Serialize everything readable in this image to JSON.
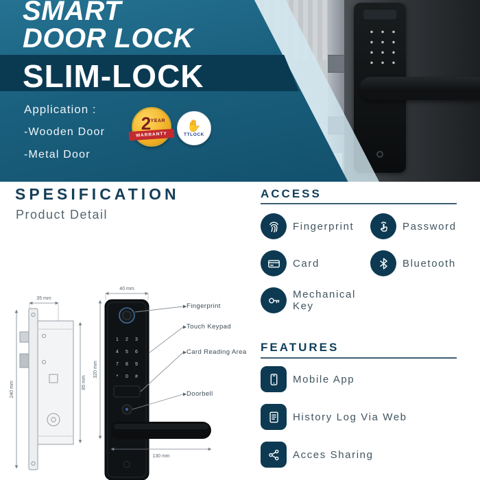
{
  "hero": {
    "title_line1": "SMART",
    "title_line2": "DOOR LOCK",
    "product_name": "SLIM-LOCK",
    "application_label": "Application :",
    "applications": [
      "-Wooden Door",
      "-Metal Door"
    ],
    "warranty_badge": {
      "number": "2",
      "year_label": "YEAR",
      "ribbon_label": "WARRANTY"
    },
    "ttlock_badge": {
      "label": "TTLOCK"
    }
  },
  "specification": {
    "title": "SPESIFICATION",
    "subtitle": "Product Detail",
    "mortise_dimensions": {
      "width": "35 mm",
      "height": "240 mm",
      "body_height": "85 mm"
    },
    "lock_dimensions": {
      "width": "40 mm",
      "height": "320 mm",
      "handle_length": "130 mm"
    },
    "callouts": [
      "Fingerprint",
      "Touch Keypad",
      "Card Reading Area",
      "Doorbell"
    ],
    "keypad_keys": [
      "1",
      "2",
      "3",
      "4",
      "5",
      "6",
      "7",
      "8",
      "9",
      "*",
      "0",
      "#"
    ]
  },
  "access": {
    "title": "ACCESS",
    "items": [
      {
        "icon": "fingerprint",
        "label": "Fingerprint"
      },
      {
        "icon": "password",
        "label": "Password"
      },
      {
        "icon": "card",
        "label": "Card"
      },
      {
        "icon": "bluetooth",
        "label": "Bluetooth"
      },
      {
        "icon": "key",
        "label": "Mechanical Key"
      }
    ]
  },
  "features": {
    "title": "FEATURES",
    "items": [
      {
        "icon": "mobile",
        "label": "Mobile App"
      },
      {
        "icon": "history",
        "label": "History Log Via Web"
      },
      {
        "icon": "share",
        "label": "Acces Sharing"
      }
    ]
  },
  "colors": {
    "hero_teal": "#1a607e",
    "hero_band": "#0a3a52",
    "heading_navy": "#143e58",
    "icon_navy": "#0d3a52",
    "accent_light": "#d3e8f1",
    "warranty_gold": "#edab1f",
    "warranty_red": "#c22a2f",
    "ttlock_blue": "#2b59c3"
  }
}
